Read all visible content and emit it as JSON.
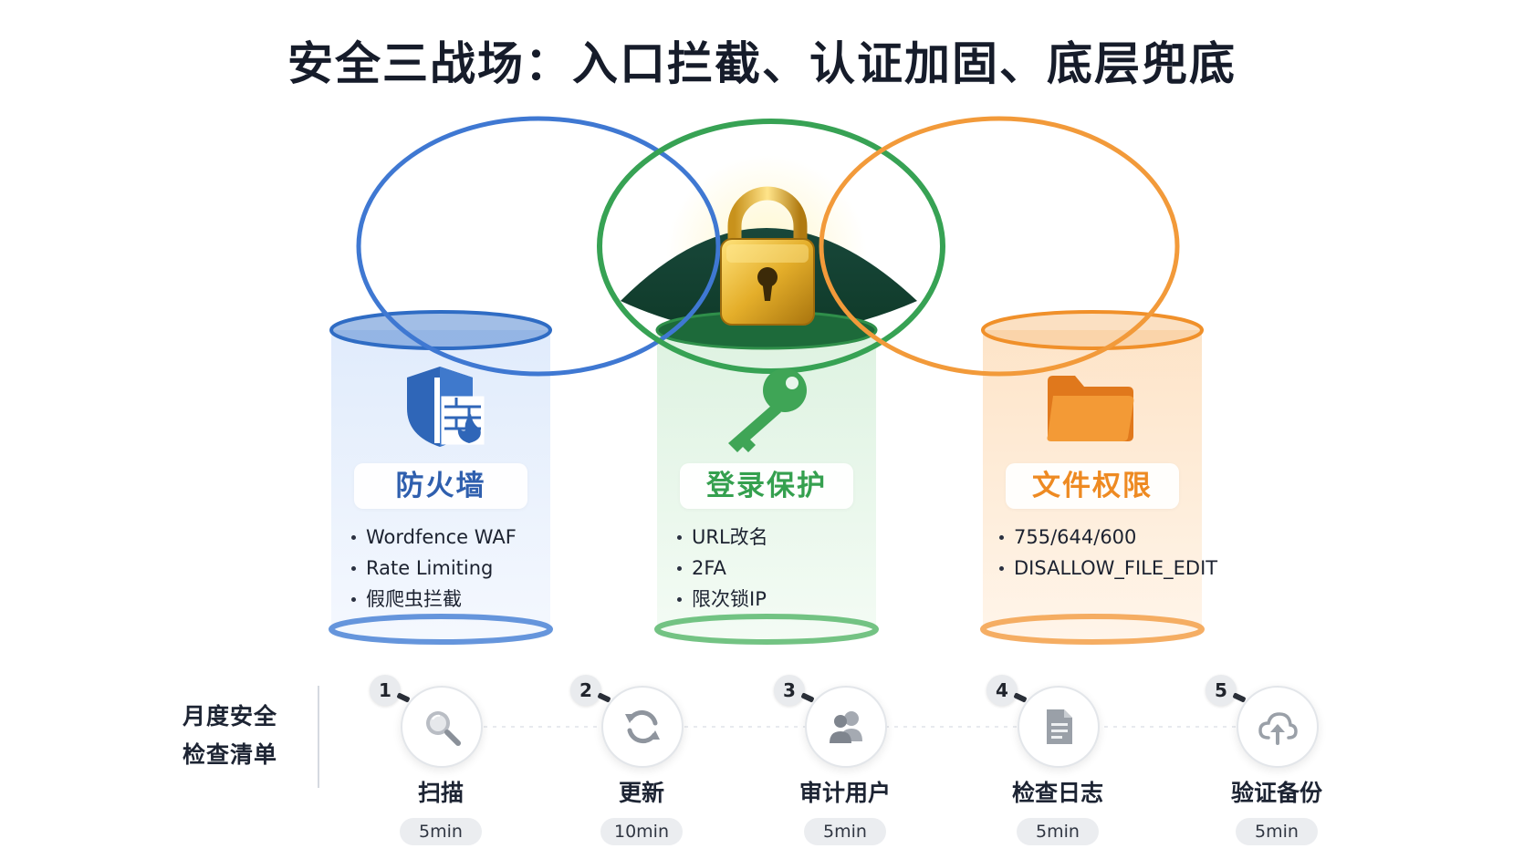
{
  "title": "安全三战场：入口拦截、认证加固、底层兜底",
  "pillars": [
    {
      "title": "防火墙",
      "color": "#2f6cc4",
      "icon": "shield-firewall-icon",
      "items": [
        "Wordfence WAF",
        "Rate Limiting",
        "假爬虫拦截"
      ]
    },
    {
      "title": "登录保护",
      "color": "#3aa856",
      "icon": "key-icon",
      "items": [
        "URL改名",
        "2FA",
        "限次锁IP"
      ]
    },
    {
      "title": "文件权限",
      "color": "#f0902a",
      "icon": "folder-icon",
      "items": [
        "755/644/600",
        "DISALLOW_FILE_EDIT"
      ]
    }
  ],
  "center_icon": "padlock-icon",
  "checklist": {
    "label_line1": "月度安全",
    "label_line2": "检查清单",
    "steps": [
      {
        "num": "1",
        "label": "扫描",
        "time": "5min",
        "icon": "magnifier-icon"
      },
      {
        "num": "2",
        "label": "更新",
        "time": "10min",
        "icon": "refresh-icon"
      },
      {
        "num": "3",
        "label": "审计用户",
        "time": "5min",
        "icon": "users-icon"
      },
      {
        "num": "4",
        "label": "检查日志",
        "time": "5min",
        "icon": "document-icon"
      },
      {
        "num": "5",
        "label": "验证备份",
        "time": "5min",
        "icon": "cloud-upload-icon"
      }
    ]
  }
}
